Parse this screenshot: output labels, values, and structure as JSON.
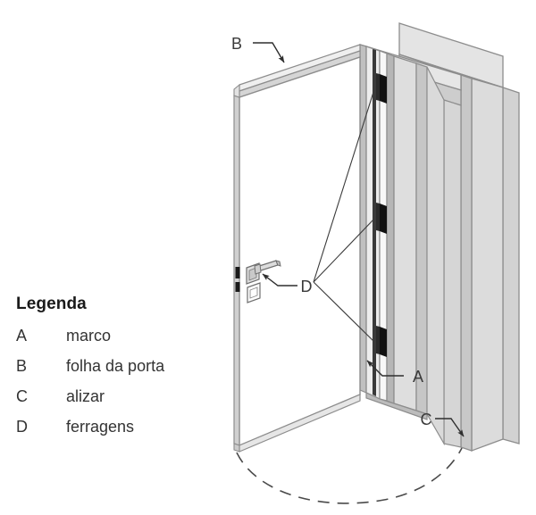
{
  "figure": {
    "type": "technical-line-drawing",
    "subject": "porta de abrir com marco, alizar e ferragens",
    "projection": "axonometrica"
  },
  "legend": {
    "title": "Legenda",
    "items": [
      {
        "key": "A",
        "label": "marco"
      },
      {
        "key": "B",
        "label": "folha da porta"
      },
      {
        "key": "C",
        "label": "alizar"
      },
      {
        "key": "D",
        "label": "ferragens"
      }
    ]
  },
  "callouts": {
    "a": "A",
    "b": "B",
    "c": "C",
    "d": "D"
  },
  "colors": {
    "stroke": "#5a5a5a",
    "stroke_dark": "#3a3a3a",
    "fill_light": "#e9e9e9",
    "fill_mid": "#d8d8d8",
    "fill_shade": "#c2c2c2",
    "hinge": "#111111",
    "text": "#333333",
    "background": "#ffffff"
  },
  "parts": {
    "door_leaf": "folha da porta",
    "frame_jamb": "marco",
    "casing": "alizar",
    "hinges": "dobradicas",
    "handle": "macaneta",
    "keyhole": "espelho de fechadura",
    "swing_arc": "arco de abertura"
  }
}
